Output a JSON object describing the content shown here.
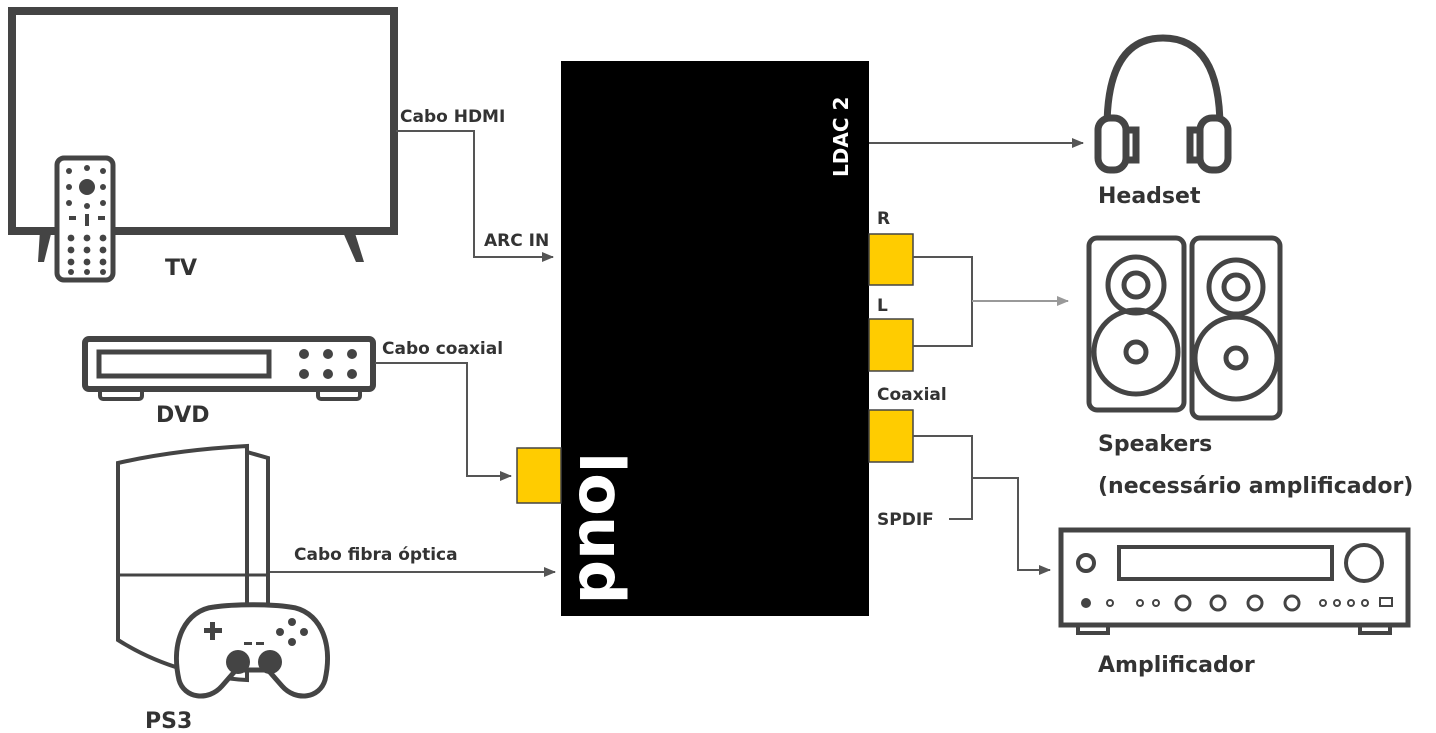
{
  "devices": {
    "tv": "TV",
    "dvd": "DVD",
    "ps3": "PS3",
    "headset": "Headset",
    "speakers_line1": "Speakers",
    "speakers_line2": "(necessário amplificador)",
    "amplifier": "Amplificador"
  },
  "hub": {
    "model": "LDAC 2",
    "logo": "loud",
    "body_color": "#000000",
    "port_color": "#ffcc00"
  },
  "connections": {
    "hdmi_cable": "Cabo HDMI",
    "arc_in": "ARC IN",
    "coax_cable": "Cabo coaxial",
    "optical_cable": "Cabo fibra óptica",
    "port_r": "R",
    "port_l": "L",
    "port_coaxial": "Coaxial",
    "spdif": "SPDIF"
  },
  "colors": {
    "line": "#555555",
    "text": "#333333",
    "speaker_arrow": "#999999"
  }
}
